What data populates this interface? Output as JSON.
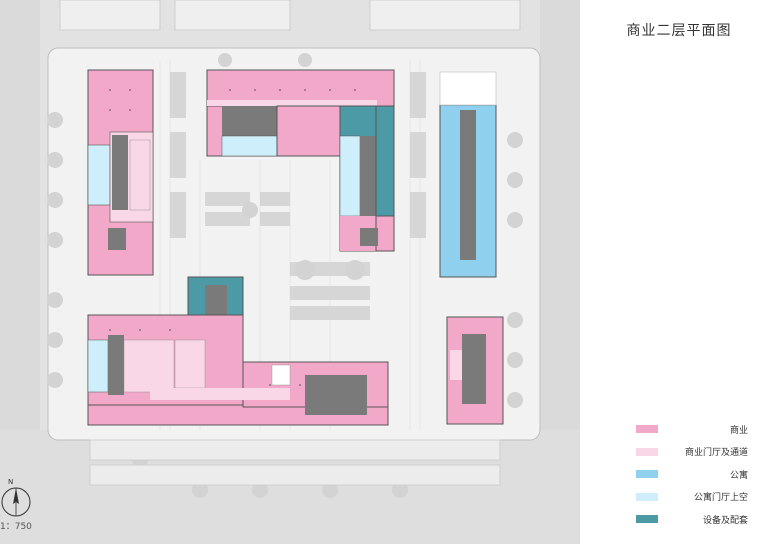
{
  "title": "商业二层平面图",
  "scale_text": "1：750",
  "north_label": "N",
  "colors": {
    "commercial": "#f2a9c9",
    "lobby": "#f9d7e6",
    "apartment": "#8fd0ef",
    "apt_void": "#cdeefa",
    "equipment": "#4b9aa6"
  },
  "legend": [
    {
      "key": "commercial",
      "label": "商业",
      "color": "#f2a9c9"
    },
    {
      "key": "lobby",
      "label": "商业门厅及通道",
      "color": "#f9d7e6"
    },
    {
      "key": "apartment",
      "label": "公寓",
      "color": "#8fd0ef"
    },
    {
      "key": "apt_void",
      "label": "公寓门厅上空",
      "color": "#cdeefa"
    },
    {
      "key": "equipment",
      "label": "设备及配套",
      "color": "#4b9aa6"
    }
  ]
}
